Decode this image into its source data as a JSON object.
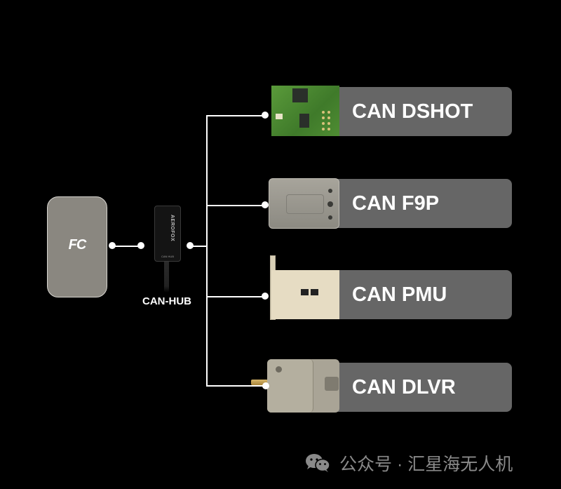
{
  "diagram": {
    "title": "CAN bus topology",
    "fc": {
      "label": "FC"
    },
    "hub": {
      "label": "CAN-HUB",
      "brand": "AEROFOX",
      "small_text": "CAN HUB"
    },
    "devices": [
      {
        "label": "CAN DSHOT",
        "image": "pcb-board"
      },
      {
        "label": "CAN F9P",
        "image": "gps-module"
      },
      {
        "label": "CAN PMU",
        "image": "power-module"
      },
      {
        "label": "CAN DLVR",
        "image": "airspeed-sensor"
      }
    ],
    "colors": {
      "background": "#000000",
      "fc_box": "#8a8780",
      "label_box": "#666666",
      "line": "#ffffff",
      "footer_text": "#8a8a8a"
    }
  },
  "footer": {
    "icon": "wechat-icon",
    "text": "公众号 · 汇星海无人机"
  }
}
